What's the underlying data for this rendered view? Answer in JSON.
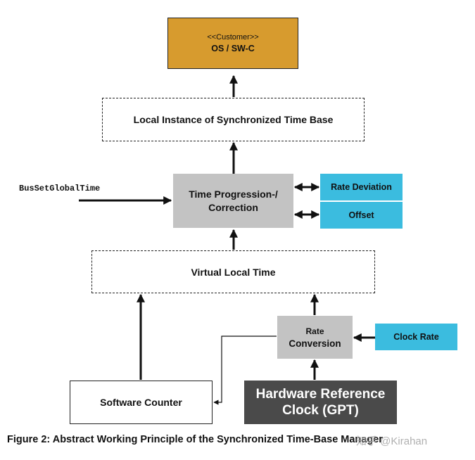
{
  "diagram": {
    "customer": {
      "stereotype": "<<Customer>>",
      "label": "OS / SW-C"
    },
    "local_instance": {
      "label": "Local Instance of Synchronized Time Base"
    },
    "bus_set_global_time": {
      "label": "BusSetGlobalTime"
    },
    "time_progression": {
      "line1": "Time Progression-/",
      "line2": "Correction"
    },
    "rate_deviation": {
      "label": "Rate Deviation"
    },
    "offset": {
      "label": "Offset"
    },
    "virtual_local_time": {
      "label": "Virtual Local Time"
    },
    "rate_conversion": {
      "line1": "Rate",
      "line2": "Conversion"
    },
    "clock_rate": {
      "label": "Clock Rate"
    },
    "software_counter": {
      "label": "Software Counter"
    },
    "hardware_clock": {
      "line1": "Hardware Reference",
      "line2": "Clock (GPT)"
    },
    "caption": "Figure 2: Abstract Working Principle of the Synchronized Time-Base Manager",
    "watermark": "知乎 @Kirahan"
  },
  "colors": {
    "customer_fill": "#d79b2e",
    "process_fill": "#c3c3c3",
    "parameter_fill": "#3bbcdf",
    "hardware_fill": "#4a4a4a"
  }
}
